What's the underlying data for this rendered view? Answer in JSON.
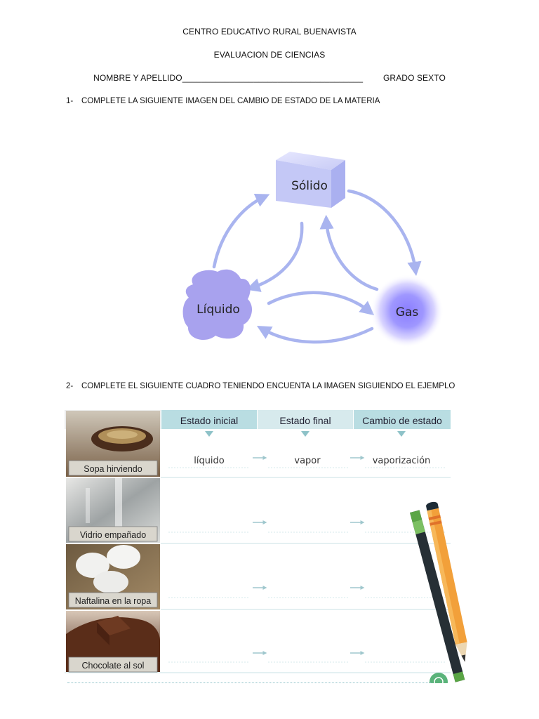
{
  "header": {
    "school": "CENTRO EDUCATIVO RURAL BUENAVISTA",
    "exam": "EVALUACION DE CIENCIAS",
    "name_label": "NOMBRE Y APELLIDO______________________________________",
    "grade": "GRADO SEXTO"
  },
  "question1": {
    "number": "1-",
    "text": "COMPLETE LA SIGUIENTE IMAGEN  DEL CAMBIO DE ESTADO DE LA MATERIA"
  },
  "cycle": {
    "solid": "Sólido",
    "liquid": "Líquido",
    "gas": "Gas",
    "color": "#a9b4ef"
  },
  "question2": {
    "number": "2-",
    "text": "COMPLETE EL SIGUIENTE CUADRO TENIENDO ENCUENTA LA IMAGEN SIGUIENDO EL EJEMPLO"
  },
  "table": {
    "headers": [
      "Estado inicial",
      "Estado final",
      "Cambio de estado"
    ],
    "header_color": "#b9dde2",
    "rows": [
      {
        "caption": "Sopa hirviendo",
        "initial": "líquido",
        "final": "vapor",
        "change": "vaporización"
      },
      {
        "caption": "Vidrio empañado",
        "initial": "",
        "final": "",
        "change": ""
      },
      {
        "caption": "Naftalina en la ropa",
        "initial": "",
        "final": "",
        "change": ""
      },
      {
        "caption": "Chocolate al sol",
        "initial": "",
        "final": "",
        "change": ""
      }
    ]
  }
}
